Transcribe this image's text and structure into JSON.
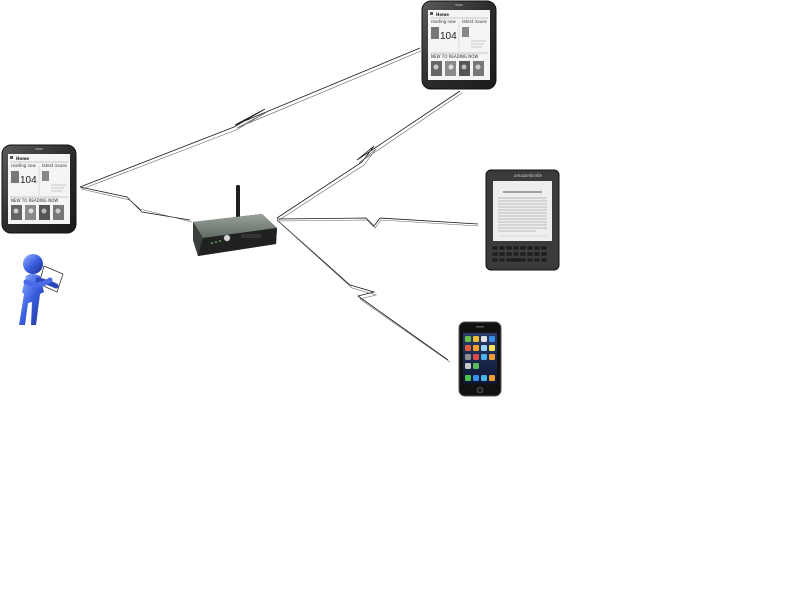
{
  "nodes": {
    "router": {
      "icon": "wireless-router-icon"
    },
    "user": {
      "icon": "person-reading-icon"
    },
    "nook_left": {
      "icon": "nook-ereader-icon",
      "screen_title": "Home",
      "reading_now": "reading now",
      "latest_issues": "latest issues",
      "count": "104",
      "new_label": "NEW TO READING NOW"
    },
    "nook_top": {
      "icon": "nook-ereader-icon",
      "screen_title": "Home",
      "reading_now": "reading now",
      "latest_issues": "latest issues",
      "count": "104",
      "new_label": "NEW TO READING NOW"
    },
    "kindle": {
      "icon": "kindle-ereader-icon",
      "brand": "amazonkindle"
    },
    "iphone": {
      "icon": "smartphone-icon"
    }
  },
  "links": [
    {
      "from": "router",
      "to": "nook_left",
      "type": "wireless"
    },
    {
      "from": "nook_left",
      "to": "nook_top",
      "type": "wireless"
    },
    {
      "from": "router",
      "to": "nook_top",
      "type": "wireless"
    },
    {
      "from": "router",
      "to": "kindle",
      "type": "wireless"
    },
    {
      "from": "router",
      "to": "iphone",
      "type": "wireless"
    }
  ]
}
